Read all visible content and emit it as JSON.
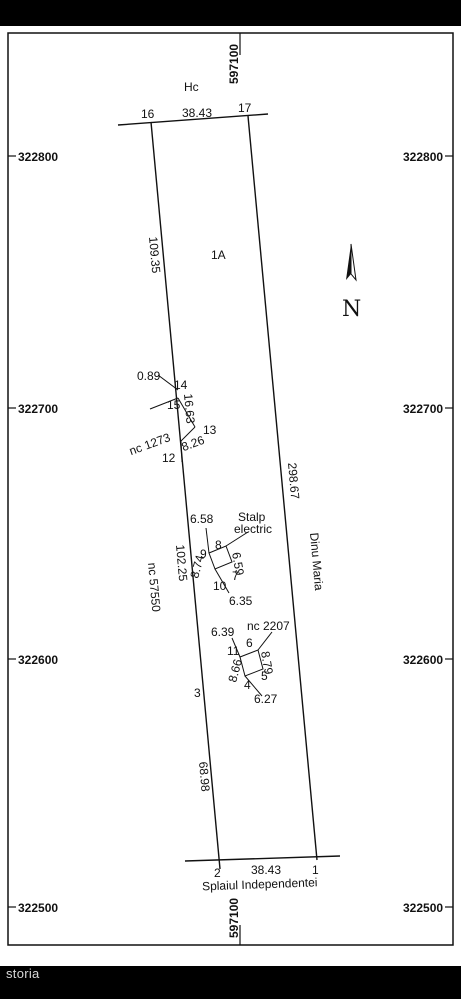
{
  "heading": {
    "north_neighbor": "Hc",
    "south_street": "Splaiul Independentei",
    "parcel_id": "1A",
    "north_arrow_letter": "N"
  },
  "grid": {
    "x_label": "597100",
    "y_labels": [
      "322800",
      "322700",
      "322600",
      "322500"
    ]
  },
  "points": {
    "p1": "1",
    "p2": "2",
    "p3": "3",
    "p4": "4",
    "p5": "5",
    "p6": "6",
    "p7": "7",
    "p8": "8",
    "p9": "9",
    "p10": "10",
    "p11": "11",
    "p12": "12",
    "p13": "13",
    "p14": "14",
    "p15": "15",
    "p16": "16",
    "p17": "17"
  },
  "distances": {
    "north_side": "38.43",
    "south_side": "38.43",
    "west_upper": "109.35",
    "east_side": "298.67",
    "west_lower_mid": "102.25",
    "west_bottom": "68.98",
    "d_14_15": "0.89",
    "d_15_13": "16.63",
    "d_12_13": "8.26",
    "pole_top": "6.58",
    "pole_right": "6.59",
    "pole_left": "8.74",
    "pole_bottom": "6.35",
    "bld_top": "6.39",
    "bld_right": "8.79",
    "bld_left": "8.66",
    "bld_bottom": "6.27"
  },
  "neighbors": {
    "east": "Dinu Maria",
    "west": "nc 57550",
    "west_upper": "nc 1273",
    "building": "nc 2207"
  },
  "features": {
    "pole_line1": "Stalp",
    "pole_line2": "electric"
  },
  "footer": {
    "watermark": "storia"
  }
}
